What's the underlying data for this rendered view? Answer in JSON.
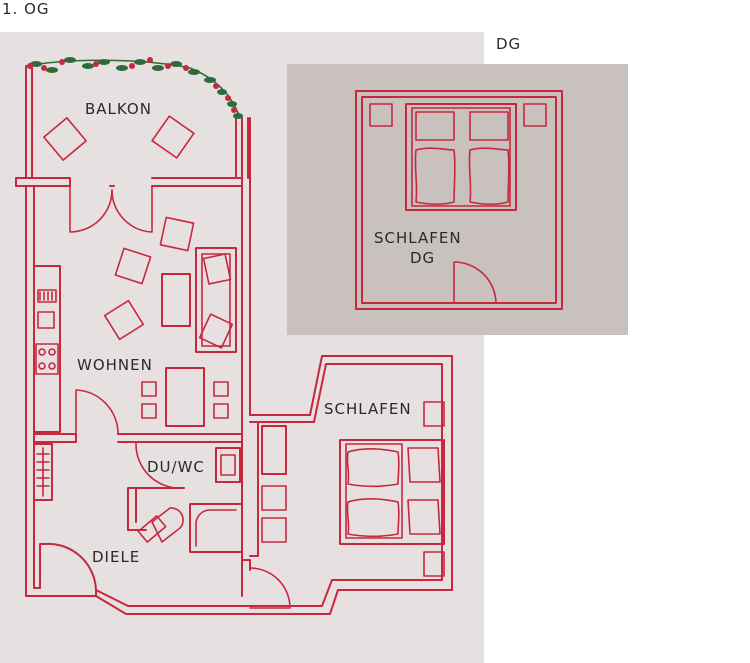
{
  "floors": {
    "first": {
      "label": "1. OG"
    },
    "attic": {
      "label": "DG"
    }
  },
  "rooms": {
    "balkon": "BALKON",
    "wohnen": "WOHNEN",
    "duwc": "DU/WC",
    "diele": "DIELE",
    "schlafen": "SCHLAFEN",
    "schlafen_dg_line1": "SCHLAFEN",
    "schlafen_dg_line2": "DG"
  },
  "colors": {
    "wall": "#c8283e",
    "background_og": "#e6e1e0",
    "background_dg": "#c9c1be",
    "text": "#2a2a2a",
    "plant_leaf": "#2f6b3a",
    "plant_flower": "#c8283e"
  }
}
